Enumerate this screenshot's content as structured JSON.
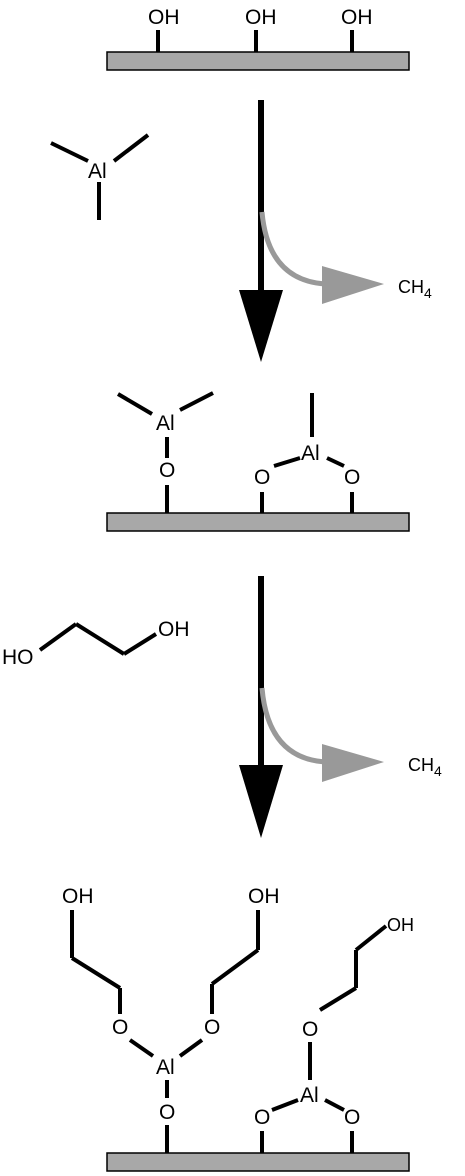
{
  "labels": {
    "oh": "OH",
    "ho": "HO",
    "al": "Al",
    "o": "O",
    "ch4_main": "CH",
    "ch4_sub": "4"
  },
  "colors": {
    "surface": "#a8a8a8",
    "bond": "#000000",
    "byproduct_arrow": "#999999",
    "reaction_arrow": "#000000"
  }
}
